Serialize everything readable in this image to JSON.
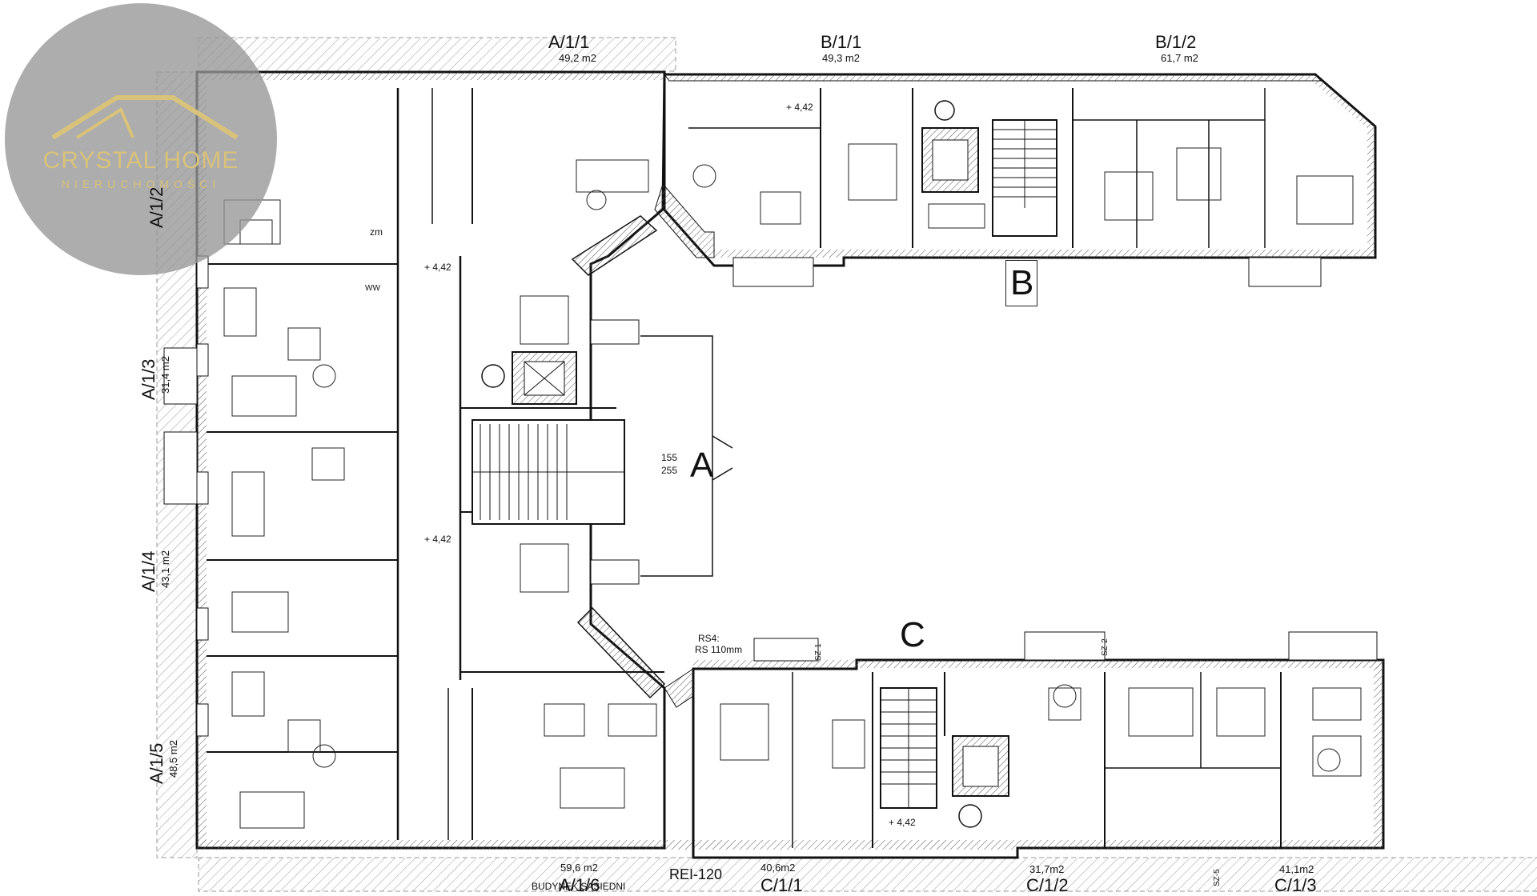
{
  "logo": {
    "brand": "CRYSTAL HOME",
    "sub": "NIERUCHOMOŚCI",
    "color": "#d9c27a",
    "badge_color": "#969696"
  },
  "buildings": {
    "a": "A",
    "b": "B",
    "c": "C"
  },
  "units": {
    "a11": {
      "label": "A/1/1",
      "area": "49,2 m2"
    },
    "b11": {
      "label": "B/1/1",
      "area": "49,3 m2"
    },
    "b12": {
      "label": "B/1/2",
      "area": "61,7 m2"
    },
    "a12": {
      "label": "A/1/2"
    },
    "a13": {
      "label": "A/1/3",
      "area": "31,4 m2"
    },
    "a14": {
      "label": "A/1/4",
      "area": "43,1 m2"
    },
    "a15": {
      "label": "A/1/5",
      "area": "48,5 m2"
    },
    "a16": {
      "label": "A/1/6",
      "area": "59,6 m2"
    },
    "c11": {
      "label": "C/1/1",
      "area": "40,6m2"
    },
    "c12": {
      "label": "C/1/2",
      "area": "31,7m2"
    },
    "c13": {
      "label": "C/1/3",
      "area": "41,1m2"
    }
  },
  "annotations": {
    "fire_wall": "REI-120",
    "neighbour": "BUDYNEK SĄSIEDNI",
    "rs4": "RS4:",
    "rs_pipe": "RS 110mm",
    "level_1": "+ 4,42",
    "level_2": "+ 4,42",
    "level_3": "+ 4,42",
    "level_4": "+ 4,42",
    "dim_155": "155",
    "dim_255": "255",
    "sz1": "SZ-1",
    "sz2": "SZ-2",
    "sz5": "SZ-5",
    "zm": "zm",
    "ww": "WW"
  }
}
